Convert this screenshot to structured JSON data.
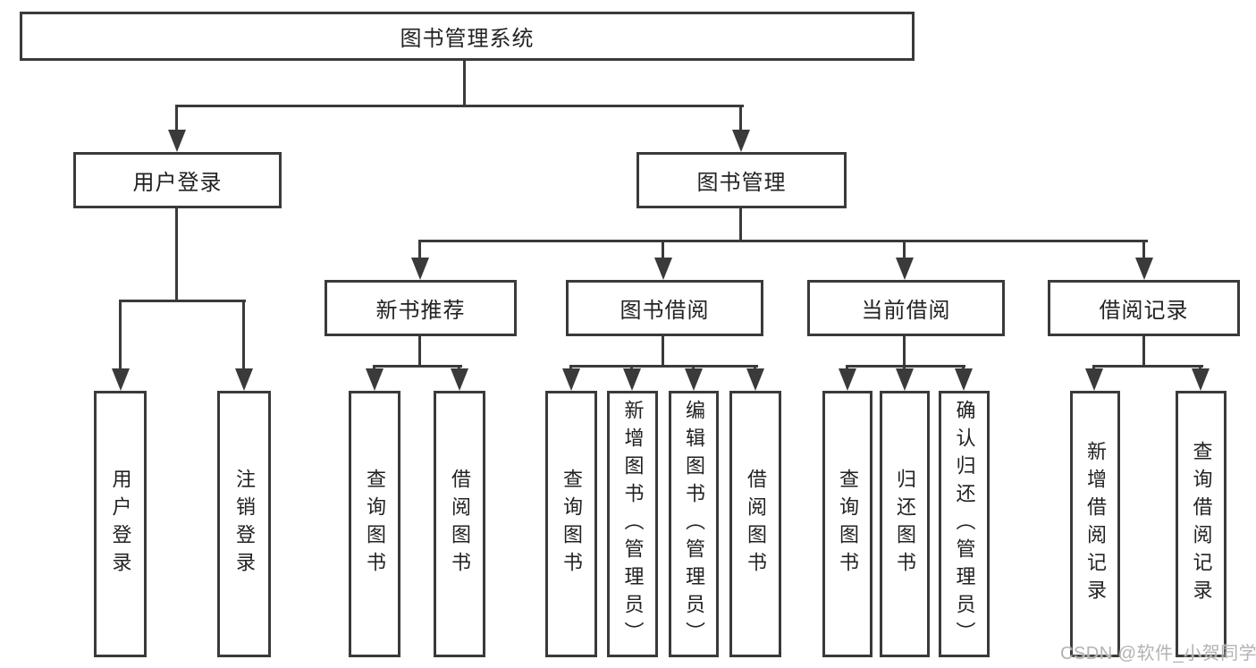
{
  "nodes": {
    "root": {
      "label": "图书管理系统"
    },
    "user_login": {
      "label": "用户登录",
      "children": {
        "login": {
          "label": "用户登录"
        },
        "logout": {
          "label": "注销登录"
        }
      }
    },
    "book_mgmt": {
      "label": "图书管理",
      "children": {
        "new_book_rec": {
          "label": "新书推荐",
          "children": {
            "query_book": {
              "label": "查询图书"
            },
            "borrow_book": {
              "label": "借阅图书"
            }
          }
        },
        "book_borrow": {
          "label": "图书借阅",
          "children": {
            "query_book": {
              "label": "查询图书"
            },
            "add_book": {
              "label": "新增图书（管理员）"
            },
            "edit_book": {
              "label": "编辑图书（管理员）"
            },
            "borrow_book": {
              "label": "借阅图书"
            }
          }
        },
        "current_borrow": {
          "label": "当前借阅",
          "children": {
            "query_book": {
              "label": "查询图书"
            },
            "return_book": {
              "label": "归还图书"
            },
            "confirm_return": {
              "label": "确认归还（管理员）"
            }
          }
        },
        "borrow_records": {
          "label": "借阅记录",
          "children": {
            "add_record": {
              "label": "新增借阅记录"
            },
            "query_record": {
              "label": "查询借阅记录"
            }
          }
        }
      }
    }
  },
  "watermark": {
    "text": "CSDN @软件_小贺同学"
  },
  "colors": {
    "line": "#3a3a3a",
    "text": "#222222",
    "watermark": "#b3b3b3",
    "background": "#ffffff"
  }
}
